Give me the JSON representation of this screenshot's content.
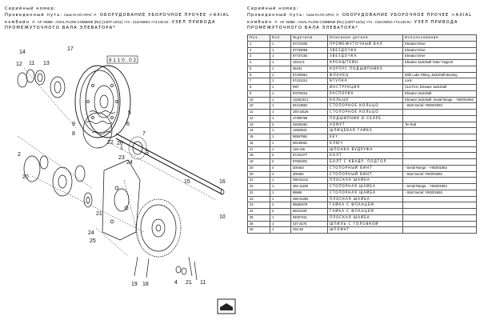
{
  "left_header": {
    "serial_label": "Серийный номер:",
    "line1_prefix": "Проведенный путь:",
    "line1_brand": "Case IH AG APAC",
    "line1_rest": "> ОБОРУДОВАНИЕ УБОРОЧНОЕ ПРОЧЕЕ >AXIAL",
    "line2_prefix": "комбайн >",
    "line2_rest": "AF >5088 - AXIAL-FLOW COMBINE (RU) (13/07-12/11) >74 - CLEANING >74.140.01 -",
    "line2_tail": "УЗЕЛ ПРИВОДА",
    "line3": "ПРОМЕЖУТОЧНОГО ВАЛА ЭЛЕВАТОРА*"
  },
  "right_header": {
    "serial_label": "Серийный номер:",
    "line1_prefix": "Проведенный путь:",
    "line1_brand": "Case IH AG APAC",
    "line1_rest": "> ОБОРУДОВАНИЕ УБОРОЧНОЕ ПРОЧЕЕ >AXIAL",
    "line2_prefix": "комбайн >",
    "line2_rest": "AF >5088 - AXIAL-FLOW COMBINE (RU) (13/07-12/11) >74 - CLEANING >74.140.01 -",
    "line2_tail": "УЗЕЛ ПРИВОДА",
    "line3": "ПРОМЕЖУТОЧНОГО ВАЛА ЭЛЕВАТОРА*"
  },
  "diagram": {
    "ref_box": "8 1 1 0 . 0 2",
    "callouts": [
      "1",
      "2",
      "3",
      "4",
      "5",
      "6",
      "7",
      "8",
      "9",
      "10",
      "11",
      "12",
      "13",
      "14",
      "15",
      "16",
      "17",
      "18",
      "19",
      "20",
      "21",
      "22",
      "23",
      "24",
      "25",
      "26"
    ]
  },
  "table": {
    "headers": [
      "Поз.",
      "Кол",
      "№детали",
      "Описание детали",
      "Использование"
    ],
    "rows": [
      [
        "1",
        "1",
        "87472200",
        "ПРОМЕЖУТОЧНЫЙ ВАЛ",
        "Elevator Drive"
      ],
      [
        "2",
        "1",
        "87730058",
        "ЗВЕЗДОЧКА",
        "Elevator Drive"
      ],
      [
        "3",
        "1",
        "87737192",
        "ЗВЕЗДОЧКА",
        "Elevator Drive"
      ],
      [
        "4",
        "1",
        "1921C3",
        "КРОНШТЕЙН",
        "Elevator Jackshaft Outer Support"
      ],
      [
        "5",
        "1",
        "36431",
        "КОРПУС ПОДШИПНИКА",
        ""
      ],
      [
        "6",
        "1",
        "87430961",
        "ФЛАНЕЦ",
        "With Lube Fitting, Jackshaft Bearing"
      ],
      [
        "7",
        "1",
        "87431214",
        "ВТУЛКА",
        "Lock"
      ],
      [
        "8",
        "1",
        "R97",
        "ИНСТРУКЦИЯ",
        "CLUTCH, Elevator Jackshaft"
      ],
      [
        "9",
        "1",
        "87079416",
        "РАСПОРКА",
        "Elevator Jackshaft"
      ],
      [
        "10",
        "1",
        "1316C6C1",
        "КОЛЬЦО",
        "Elevator Jackshaft, Serial Range: - Y9G001953"
      ],
      [
        "10",
        "1",
        "84213552",
        "СТОПОРНОЕ КОЛЬЦО",
        "- Start Serial: Y9G001953"
      ],
      [
        "11",
        "1",
        "193-18126",
        "СТОПОРНОЕ КОЛЬЦО",
        ""
      ],
      [
        "12",
        "1",
        "47390768",
        "ПОДШИПНИК В СБОРЕ",
        ""
      ],
      [
        "13",
        "2",
        "22026481",
        "ХОМУТ",
        "Tie Rod"
      ],
      [
        "14",
        "1",
        "11693621",
        "ШЛИЦЕВАЯ ГАЙКА",
        ""
      ],
      [
        "15",
        "1",
        "58567991",
        "KEY",
        ""
      ],
      [
        "16",
        "1",
        "58130081",
        "КЛЮЧ",
        ""
      ],
      [
        "17",
        "1",
        "126-126",
        "ШПОНКА ВУДРУФА",
        ""
      ],
      [
        "18",
        "2",
        "87431377",
        "БОЛТ",
        ""
      ],
      [
        "19",
        "2",
        "87662301",
        "БОЛТ С КВАДР. ПОДГОЛ.",
        ""
      ],
      [
        "20",
        "4",
        "300463",
        "СТОПОРНЫЙ ВИНТ",
        "- Serial Range: - Y9G001953"
      ],
      [
        "20",
        "4",
        "300464",
        "СТОПОРНЫЙ ВИНТ",
        "- Start Serial: Y9G001953"
      ],
      [
        "21",
        "1",
        "496-81211",
        "ПЛОСКАЯ ШАЙБА",
        ""
      ],
      [
        "22",
        "1",
        "492-11180",
        "СТОПОРНАЯ ШАЙБА",
        "- Serial Range: - Y9G001953"
      ],
      [
        "22",
        "1",
        "88686",
        "СТОПОРНАЯ ШАЙБА",
        "- Start Serial: Y9G001953"
      ],
      [
        "23",
        "1",
        "496-51092",
        "ПЛОСКАЯ ШАЙБА",
        ""
      ],
      [
        "23",
        "2",
        "86050379",
        "ГАЙКА С ФЛАНЦЕМ",
        ""
      ],
      [
        "24",
        "2",
        "86012497",
        "ГАЙКА С ФЛАНЦЕМ",
        ""
      ],
      [
        "25",
        "1",
        "84007411",
        "ПЛОСКАЯ ШАЙБА",
        ""
      ],
      [
        "26",
        "1",
        "427-3175",
        "ШПИЛЬ С ГОЛОВКОЙ",
        ""
      ],
      [
        "26",
        "1",
        "432-48",
        "ШПЛИНТ",
        ""
      ]
    ]
  },
  "bottom_icon": "edit-note-icon"
}
